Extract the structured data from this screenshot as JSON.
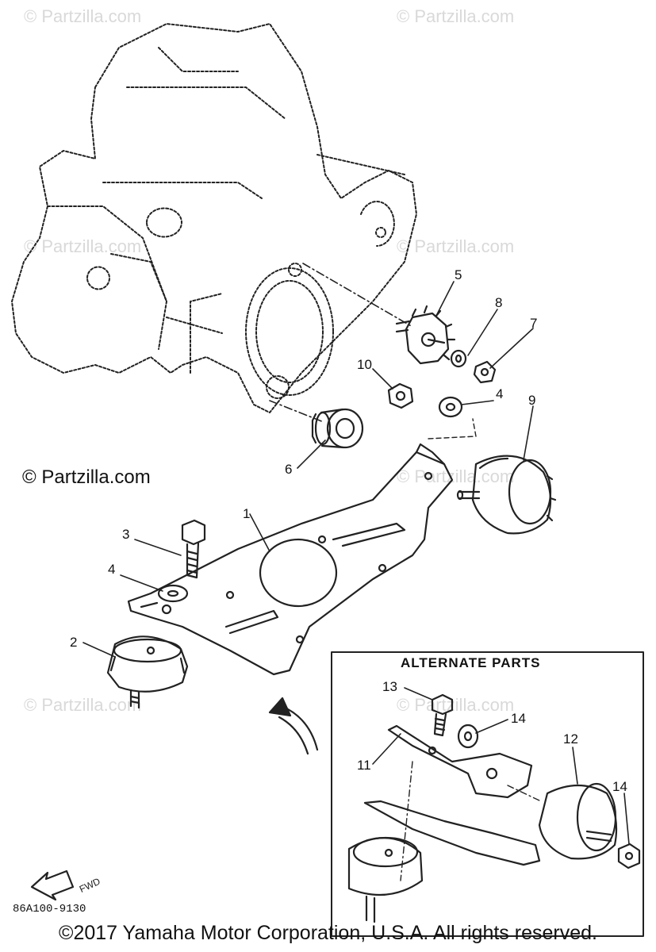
{
  "watermark": "© Partzilla.com",
  "side_copyright": "© Partzilla.com",
  "footer": "©2017 Yamaha Motor Corporation, U.S.A. All rights reserved.",
  "diagram_code": "86A100-9130",
  "fwd_label": "FWD",
  "inset": {
    "title": "ALTERNATE PARTS"
  },
  "callouts": {
    "c1": "1",
    "c2": "2",
    "c3": "3",
    "c4a": "4",
    "c4b": "4",
    "c5": "5",
    "c6": "6",
    "c7": "7",
    "c8": "8",
    "c9": "9",
    "c10": "10",
    "c11": "11",
    "c12": "12",
    "c13": "13",
    "c14a": "14",
    "c14b": "14"
  }
}
